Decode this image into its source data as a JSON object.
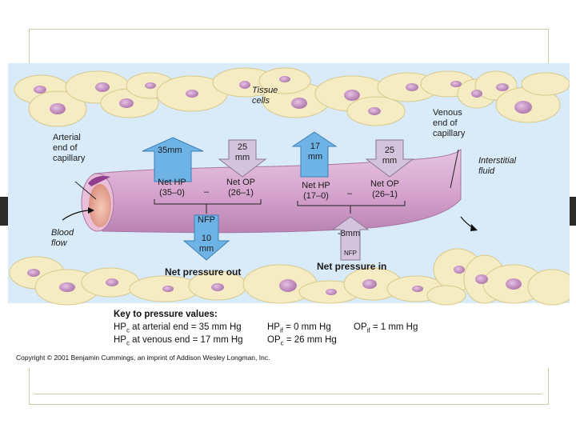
{
  "labels": {
    "tissue_cells": "Tissue\ncells",
    "arterial_end": "Arterial\nend of\ncapillary",
    "venous_end": "Venous\nend of\ncapillary",
    "interstitial_fluid": "Interstitial\nfluid",
    "blood_flow": "Blood\nflow",
    "net_pressure_out": "Net pressure out",
    "net_pressure_in": "Net pressure in"
  },
  "arterial": {
    "hp_arrow": "35mm",
    "op_arrow": "25\nmm",
    "net_hp": "Net HP\n(35–0)",
    "minus": "–",
    "net_op": "Net OP\n(26–1)",
    "nfp_label": "NFP",
    "nfp_value": "10\nmm"
  },
  "venous": {
    "hp_arrow": "17\nmm",
    "op_arrow": "25\nmm",
    "net_hp": "Net HP\n(17–0)",
    "minus": "–",
    "net_op": "Net OP\n(26–1)",
    "nfp_value": "-8mm",
    "nfp_label": "NFP"
  },
  "key": {
    "title": "Key to pressure values:",
    "hpc_arterial": {
      "sym": "HP",
      "sub": "c",
      "text": " at arterial end = 35 mm Hg"
    },
    "hpc_venous": {
      "sym": "HP",
      "sub": "c",
      "text": " at venous end = 17 mm Hg"
    },
    "hpif": {
      "sym": "HP",
      "sub": "if",
      "text": " = 0 mm Hg"
    },
    "opc": {
      "sym": "OP",
      "sub": "c",
      "text": " = 26 mm Hg"
    },
    "opif": {
      "sym": "OP",
      "sub": "if",
      "text": " = 1 mm Hg"
    }
  },
  "copyright": "Copyright © 2001 Benjamin Cummings, an imprint of Addison Wesley Longman, Inc.",
  "colors": {
    "fluid": "#d9ebf8",
    "cell": "#f6ecc4",
    "cell_outline": "#d9c98a",
    "nucleus": "#c99ac7",
    "capillary": "#d8a9cf",
    "up_arrow": "#6eb3e6",
    "down_arrow": "#d3c3dc"
  }
}
